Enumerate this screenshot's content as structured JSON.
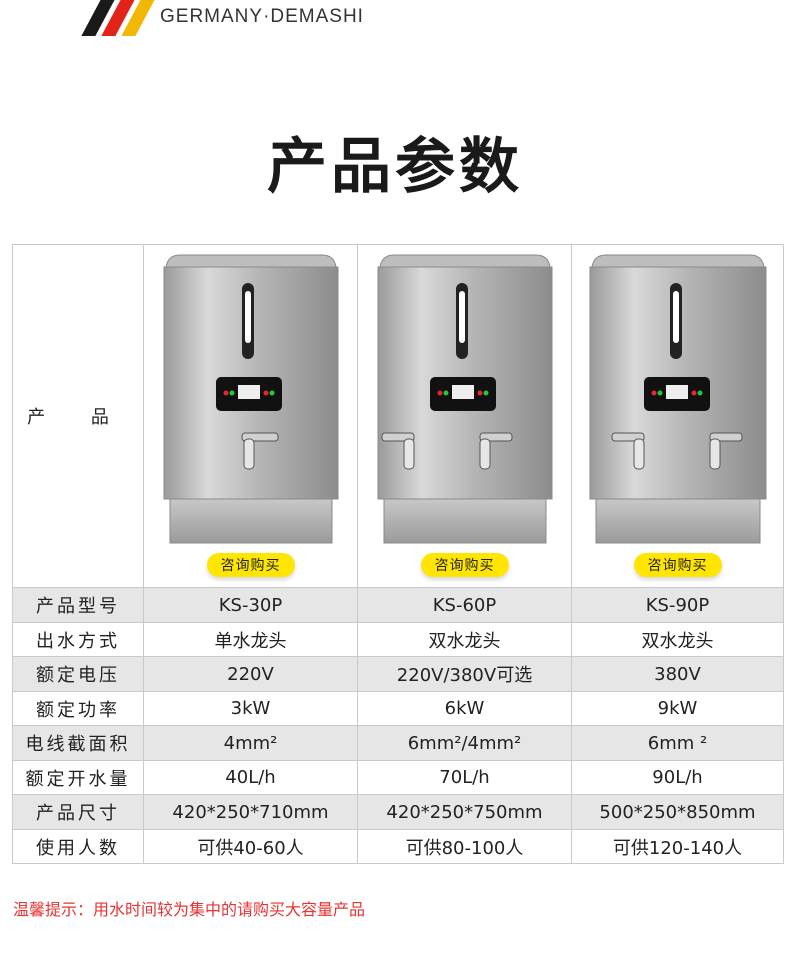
{
  "brand": {
    "text": "GERMANY·DEMASHI"
  },
  "title": "产品参数",
  "colors": {
    "accent_yellow": "#ffe500",
    "warning_red": "#e63333",
    "row_gray": "#e6e6e6",
    "stripe_black": "#1a1a1a",
    "stripe_red": "#e2231a",
    "stripe_gold": "#f2b705"
  },
  "table": {
    "product_label": "产 品",
    "products": [
      {
        "buy_label": "咨询购买",
        "faucets": 1,
        "icon": "single-faucet-water-boiler"
      },
      {
        "buy_label": "咨询购买",
        "faucets": 2,
        "icon": "double-faucet-water-boiler"
      },
      {
        "buy_label": "咨询购买",
        "faucets": 2,
        "icon": "double-faucet-water-boiler"
      }
    ],
    "rows": [
      {
        "label": "产品型号",
        "values": [
          "KS-30P",
          "KS-60P",
          "KS-90P"
        ]
      },
      {
        "label": "出水方式",
        "values": [
          "单水龙头",
          "双水龙头",
          "双水龙头"
        ]
      },
      {
        "label": "额定电压",
        "values": [
          "220V",
          "220V/380V可选",
          "380V"
        ]
      },
      {
        "label": "额定功率",
        "values": [
          "3kW",
          "6kW",
          "9kW"
        ]
      },
      {
        "label": "电线截面积",
        "values": [
          "4mm²",
          "6mm²/4mm²",
          "6mm ²"
        ]
      },
      {
        "label": "额定开水量",
        "values": [
          "40L/h",
          "70L/h",
          "90L/h"
        ]
      },
      {
        "label": "产品尺寸",
        "values": [
          "420*250*710mm",
          "420*250*750mm",
          "500*250*850mm"
        ]
      },
      {
        "label": "使用人数",
        "values": [
          "可供40-60人",
          "可供80-100人",
          "可供120-140人"
        ]
      }
    ]
  },
  "notice": "温馨提示：用水时间较为集中的请购买大容量产品"
}
